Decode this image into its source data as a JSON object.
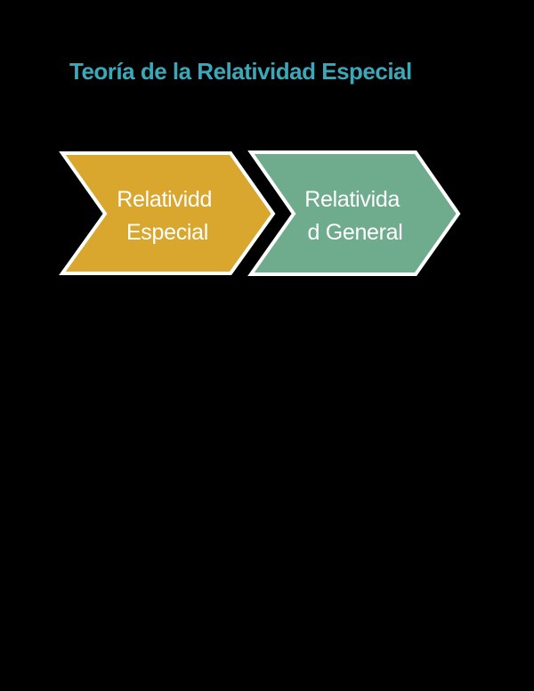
{
  "page": {
    "background_color": "#000000"
  },
  "title": {
    "text": "Teoría de la Relatividad Especial",
    "color": "#3aa8b9"
  },
  "diagram": {
    "type": "chevron-process",
    "outline_color": "#ffffff",
    "steps": [
      {
        "label": "Relatividd Especial",
        "lines": [
          "Relatividd",
          "Especial"
        ],
        "fill": "#d9a62e",
        "text_color": "#ffffff"
      },
      {
        "label": "Relatividad General",
        "lines": [
          "Relativida",
          "d General"
        ],
        "fill": "#6fab8d",
        "text_color": "#ffffff"
      }
    ]
  }
}
